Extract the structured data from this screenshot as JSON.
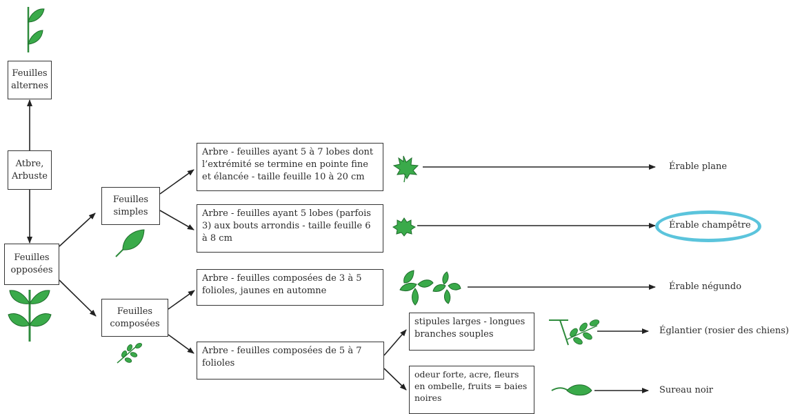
{
  "nodes": {
    "alternes": "Feuilles alternes",
    "arbre": "Atbre, Arbuste",
    "opposees": "Feuilles opposées",
    "simples": "Feuilles simples",
    "composees": "Feuilles composées",
    "desc_plane": "Arbre - feuilles ayant 5 à 7 lobes dont l’extrémité se termine en pointe fine et élancée - taille feuille 10 à 20 cm",
    "desc_champetre": "Arbre - feuilles ayant 5 lobes (parfois 3) aux bouts arrondis - taille feuille 6 à 8 cm",
    "desc_negundo": "Arbre - feuilles composées de 3 à 5 folioles, jaunes en automne",
    "desc_5a7": "Arbre - feuilles composées de 5 à 7 folioles",
    "desc_stipules": "stipules larges - longues branches souples",
    "desc_odeur": "odeur forte, acre, fleurs en ombelle, fruits = baies noires"
  },
  "results": {
    "plane": "Érable plane",
    "champetre": "Érable champêtre",
    "negundo": "Érable négundo",
    "eglantier": "Églantier (rosier des chiens)",
    "sureau": "Sureau noir"
  },
  "highlight_color": "#5bc4dc",
  "leaf_color": "#3aaa4a",
  "icons": [
    "alternate-leaves-icon",
    "opposite-leaves-icon",
    "simple-leaf-icon",
    "compound-leaf-icon",
    "maple-leaf-icon",
    "small-maple-leaf-icon",
    "trifoliate-leaf-icon",
    "rose-leaf-icon",
    "elder-leaf-icon"
  ]
}
